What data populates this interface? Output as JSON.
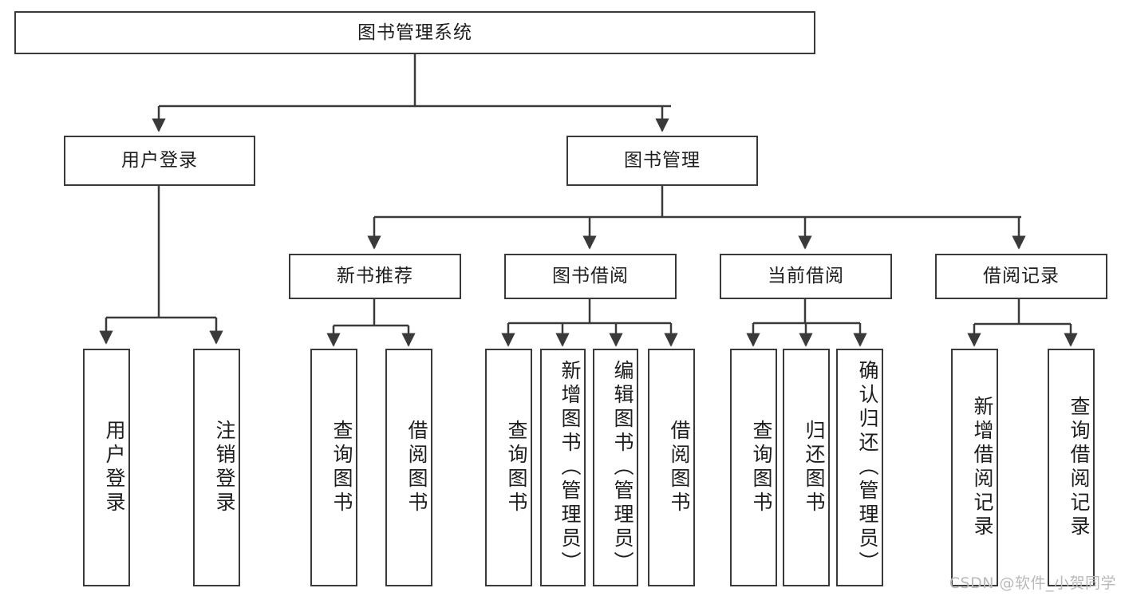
{
  "diagram": {
    "type": "tree-hierarchy-chart",
    "title": "图书管理系统",
    "orientation": "top-down",
    "colors": {
      "stroke": "#3a3a3a",
      "fill": "#ffffff",
      "text": "#1d1d1d",
      "watermark": "#b9b9b9"
    },
    "levels": [
      {
        "level": 1,
        "nodes": [
          {
            "id": "root",
            "label": "图书管理系统",
            "orientation": "horizontal"
          }
        ]
      },
      {
        "level": 2,
        "nodes": [
          {
            "id": "login",
            "label": "用户登录",
            "orientation": "horizontal",
            "parent": "root"
          },
          {
            "id": "bookmgmt",
            "label": "图书管理",
            "orientation": "horizontal",
            "parent": "root"
          }
        ]
      },
      {
        "level": 3,
        "nodes": [
          {
            "id": "newbook",
            "label": "新书推荐",
            "orientation": "horizontal",
            "parent": "bookmgmt"
          },
          {
            "id": "borrow",
            "label": "图书借阅",
            "orientation": "horizontal",
            "parent": "bookmgmt"
          },
          {
            "id": "current",
            "label": "当前借阅",
            "orientation": "horizontal",
            "parent": "bookmgmt"
          },
          {
            "id": "records",
            "label": "借阅记录",
            "orientation": "horizontal",
            "parent": "bookmgmt"
          }
        ]
      },
      {
        "level": 4,
        "nodes": [
          {
            "id": "leaf1",
            "label": "用户登录",
            "orientation": "vertical",
            "parent": "login"
          },
          {
            "id": "leaf2",
            "label": "注销登录",
            "orientation": "vertical",
            "parent": "login"
          },
          {
            "id": "leaf3",
            "label": "查询图书",
            "orientation": "vertical",
            "parent": "newbook"
          },
          {
            "id": "leaf4",
            "label": "借阅图书",
            "orientation": "vertical",
            "parent": "newbook"
          },
          {
            "id": "leaf5",
            "label": "查询图书",
            "orientation": "vertical",
            "parent": "borrow"
          },
          {
            "id": "leaf6",
            "label": "新增图书（管理员）",
            "orientation": "vertical",
            "parent": "borrow"
          },
          {
            "id": "leaf7",
            "label": "编辑图书（管理员）",
            "orientation": "vertical",
            "parent": "borrow"
          },
          {
            "id": "leaf8",
            "label": "借阅图书",
            "orientation": "vertical",
            "parent": "borrow"
          },
          {
            "id": "leaf9",
            "label": "查询图书",
            "orientation": "vertical",
            "parent": "current"
          },
          {
            "id": "leaf10",
            "label": "归还图书",
            "orientation": "vertical",
            "parent": "current"
          },
          {
            "id": "leaf11",
            "label": "确认归还（管理员）",
            "orientation": "vertical",
            "parent": "current"
          },
          {
            "id": "leaf12",
            "label": "新增借阅记录",
            "orientation": "vertical",
            "parent": "records"
          },
          {
            "id": "leaf13",
            "label": "查询借阅记录",
            "orientation": "vertical",
            "parent": "records"
          }
        ]
      }
    ]
  },
  "watermark": {
    "text": "CSDN @软件_小贺同学"
  }
}
